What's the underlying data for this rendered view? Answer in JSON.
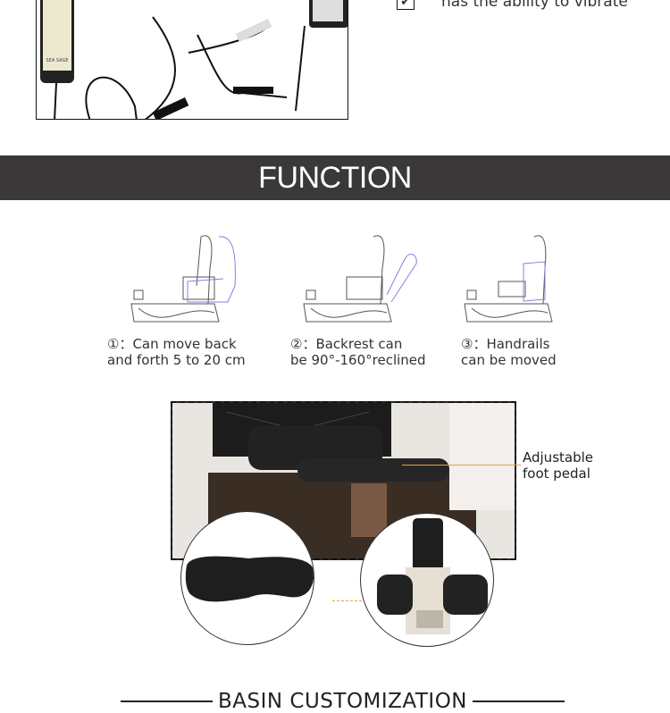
{
  "feature": {
    "text": "has the ability to vibrate",
    "icon": "checkbox-checked-icon"
  },
  "remote": {
    "logo_text": "SEA SAGE"
  },
  "function_banner": {
    "title": "FUNCTION",
    "background": "#3b3839"
  },
  "functions": [
    {
      "number": "①",
      "text": "①：Can move back\nand forth 5 to 20 cm"
    },
    {
      "number": "②",
      "text": "②：Backrest can\nbe 90°-160°reclined"
    },
    {
      "number": "③",
      "text": "③：Handrails\ncan be moved"
    }
  ],
  "pedal": {
    "label": "Adjustable\nfoot pedal",
    "accent": "#e9a23b"
  },
  "basin": {
    "title": "BASIN CUSTOMIZATION"
  }
}
